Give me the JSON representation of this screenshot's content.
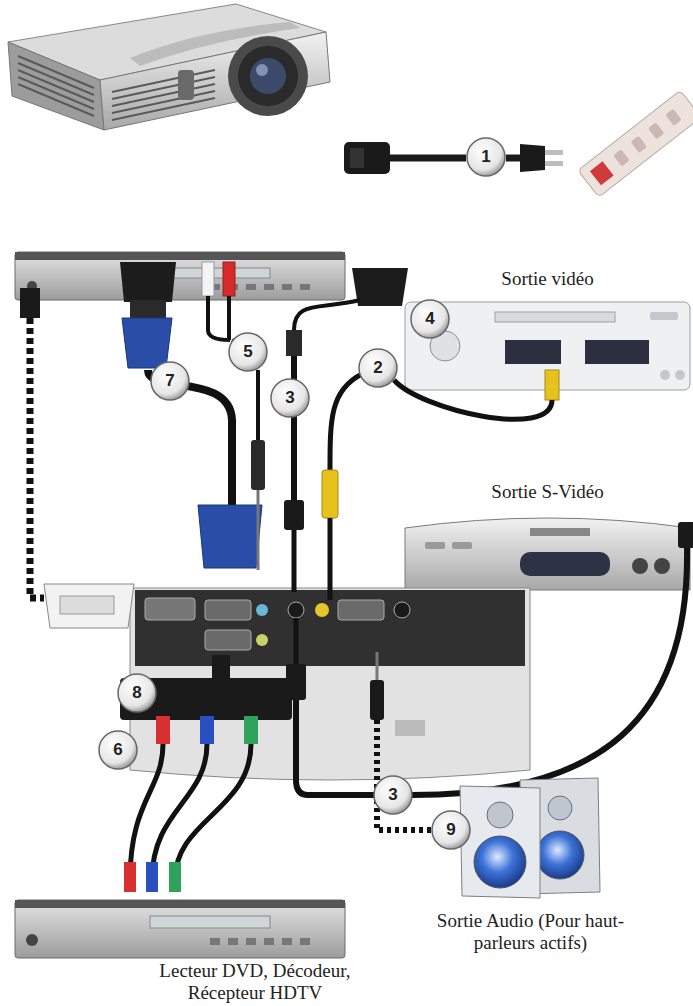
{
  "diagram": {
    "nodes": [
      {
        "text": [
          "Sortie vidéo"
        ]
      },
      {
        "text": [
          "Sortie S-Vidéo"
        ]
      },
      {
        "text": [
          "Sortie Audio (Pour haut-parleurs actifs)"
        ]
      },
      {
        "text": [
          "Lecteur DVD, Décodeur, Récepteur HDTV"
        ]
      }
    ],
    "labels": [
      "1",
      "4",
      "5",
      "2",
      "7",
      "3",
      "8",
      "6",
      "3",
      "9"
    ]
  }
}
